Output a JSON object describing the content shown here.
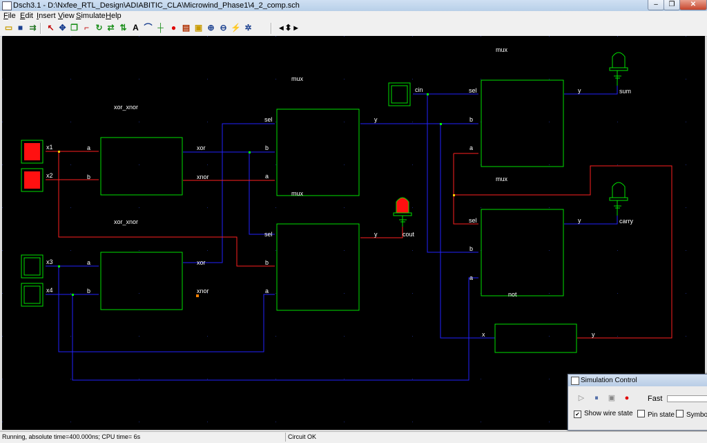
{
  "window": {
    "title": "Dsch3.1 - D:\\Nxfee_RTL_Design\\ADIABITIC_CLA\\Microwind_Phase1\\4_2_comp.sch"
  },
  "menu": [
    {
      "name": "file",
      "u": "F",
      "rest": "ile"
    },
    {
      "name": "edit",
      "u": "E",
      "rest": "dit"
    },
    {
      "name": "insert",
      "u": "I",
      "rest": "nsert"
    },
    {
      "name": "view",
      "u": "V",
      "rest": "iew"
    },
    {
      "name": "simulate",
      "u": "S",
      "rest": "imulate"
    },
    {
      "name": "help",
      "u": "H",
      "rest": "elp"
    }
  ],
  "toolbar": [
    {
      "name": "open-folder-icon",
      "glyph": "▭",
      "color": "#c89a00"
    },
    {
      "name": "save-icon",
      "glyph": "■",
      "color": "#1a3f8f"
    },
    {
      "name": "import-icon",
      "glyph": "⇉",
      "color": "#2a7a2a"
    },
    {
      "name": "select-arrow-icon",
      "glyph": "↖",
      "color": "#c00000"
    },
    {
      "name": "move-icon",
      "glyph": "✥",
      "color": "#1a3f8f"
    },
    {
      "name": "copy-icon",
      "glyph": "❐",
      "color": "#1a8f1a"
    },
    {
      "name": "line-icon",
      "glyph": "⌐",
      "color": "#c00000"
    },
    {
      "name": "rotate-icon",
      "glyph": "↻",
      "color": "#1a8f1a"
    },
    {
      "name": "mirror-icon",
      "glyph": "⇄",
      "color": "#1a8f1a"
    },
    {
      "name": "flip-icon",
      "glyph": "⇅",
      "color": "#1a8f1a"
    },
    {
      "name": "text-icon",
      "glyph": "A",
      "color": "#000000"
    },
    {
      "name": "wire-icon",
      "glyph": "⌒",
      "color": "#1a3f8f"
    },
    {
      "name": "connect-icon",
      "glyph": "┼",
      "color": "#1a8f1a"
    },
    {
      "name": "record-icon",
      "glyph": "●",
      "color": "#e00000"
    },
    {
      "name": "library-icon",
      "glyph": "▤",
      "color": "#b03000"
    },
    {
      "name": "component-icon",
      "glyph": "▣",
      "color": "#c89a00"
    },
    {
      "name": "zoom-in-icon",
      "glyph": "⊕",
      "color": "#1a3f8f"
    },
    {
      "name": "zoom-out-icon",
      "glyph": "⊖",
      "color": "#1a3f8f"
    },
    {
      "name": "timing-diagram-icon",
      "glyph": "⚡",
      "color": "#c00000"
    },
    {
      "name": "verify-icon",
      "glyph": "✲",
      "color": "#1a3f8f"
    },
    {
      "name": "arrow-left-icon",
      "glyph": "◂",
      "color": "#000000"
    },
    {
      "name": "arrow-updown-icon",
      "glyph": "⬍",
      "color": "#000000"
    },
    {
      "name": "arrow-right-icon",
      "glyph": "▸",
      "color": "#000000"
    }
  ],
  "schematic": {
    "blocks": {
      "xor1": "xor_xnor",
      "xor2": "xor_xnor",
      "mux1": "mux",
      "mux1_bottom": "mux",
      "mux3": "mux",
      "mux4": "mux",
      "not": "not"
    },
    "ports": {
      "a": "a",
      "b": "b",
      "sel": "sel",
      "y": "y",
      "x": "x",
      "xor": "xor",
      "xnor": "xnor"
    },
    "inputs": [
      "x1",
      "x2",
      "x3",
      "x4"
    ],
    "cin": "cin",
    "outputs": {
      "sum": "sum",
      "carry": "carry",
      "cout": "cout"
    },
    "colors": {
      "low": "#2222ff",
      "high": "#ff2020",
      "block": "#00e000",
      "background": "#000000"
    }
  },
  "status": {
    "left": "Running, absolute time=400.000ns; CPU time= 6s",
    "right": "Circuit OK"
  },
  "sim_control": {
    "title": "Simulation Control",
    "speed_label": "Fast",
    "show_wire_state": "Show wire state",
    "pin_state": "Pin state",
    "symbol": "Symbo"
  }
}
